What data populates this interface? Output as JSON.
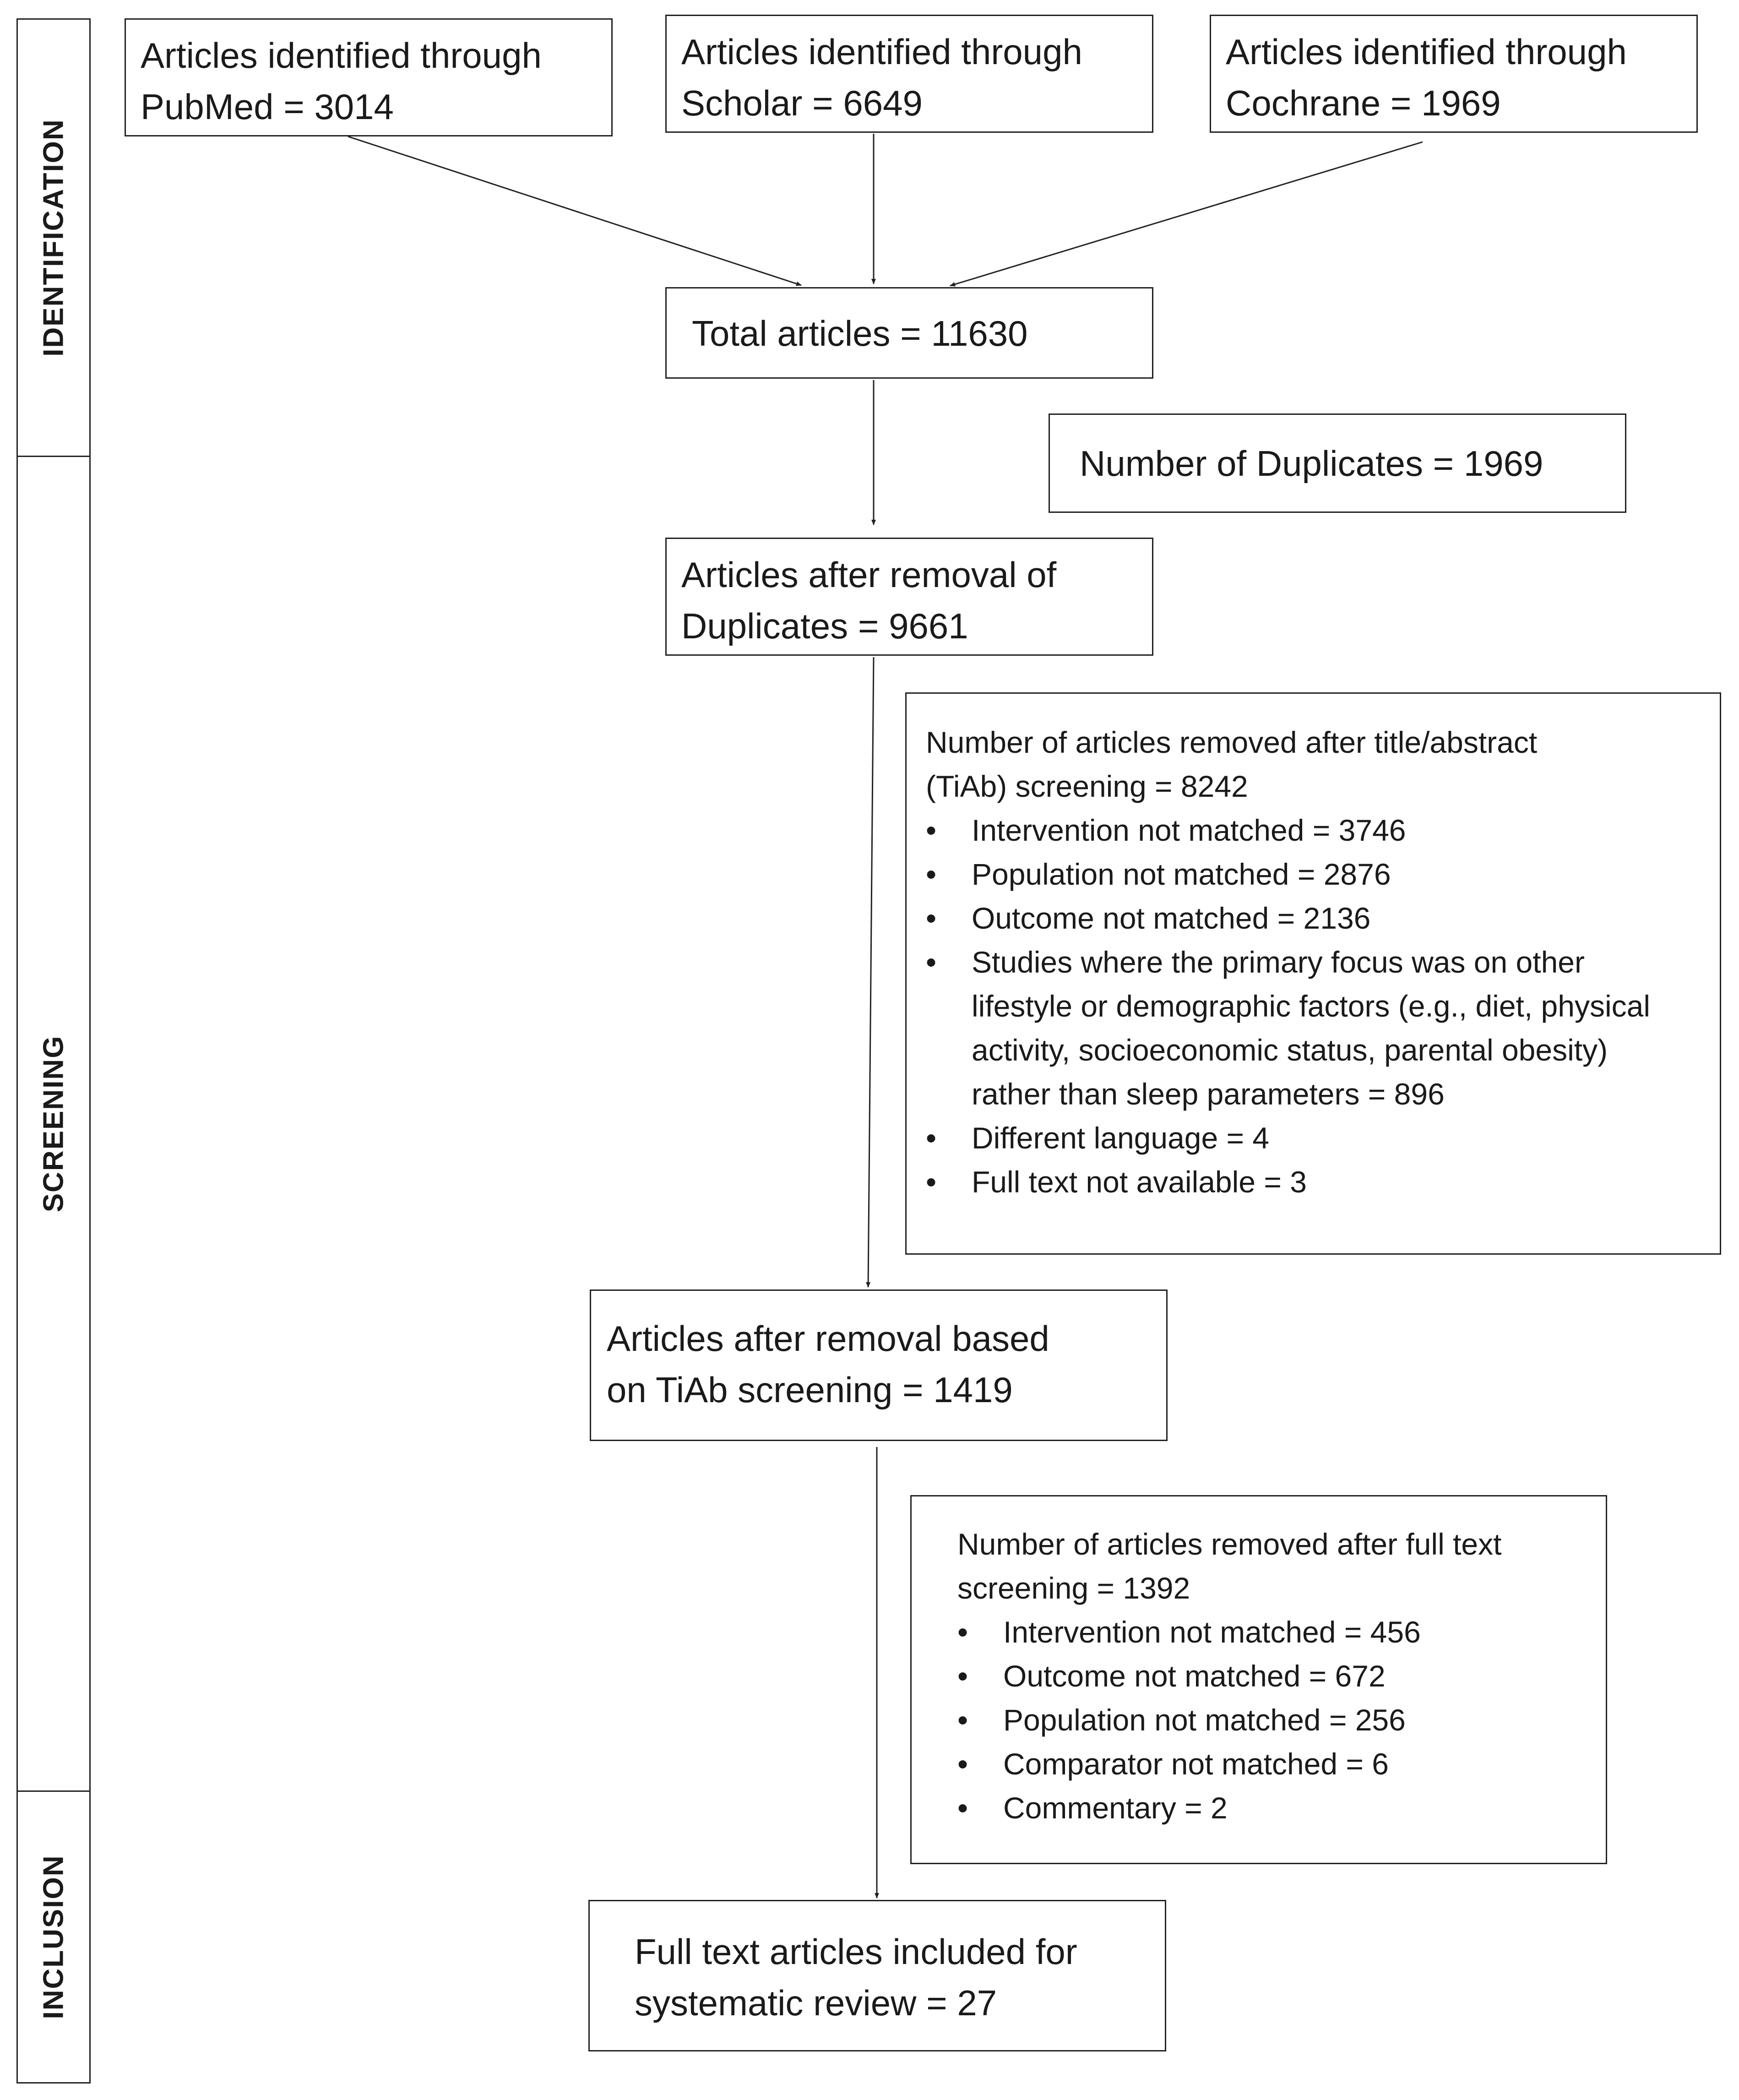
{
  "phases": {
    "identification": "IDENTIFICATION",
    "screening": "SCREENING",
    "inclusion": "INCLUSION"
  },
  "sources": {
    "pubmed": "Articles identified through\nPubMed = 3014",
    "scholar": "Articles identified through\nScholar = 6649",
    "cochrane": "Articles identified through\nCochrane = 1969"
  },
  "total": "Total articles = 11630",
  "duplicates": "Number of Duplicates = 1969",
  "after_duplicates": "Articles after removal of\nDuplicates = 9661",
  "tiab_removed": {
    "heading": "Number of articles removed after title/abstract\n(TiAb) screening = 8242",
    "items": [
      "Intervention not matched = 3746",
      "Population not matched = 2876",
      "Outcome not matched = 2136",
      "Studies where the primary focus was on other lifestyle or demographic factors (e.g., diet, physical activity, socioeconomic status, parental obesity) rather than sleep parameters = 896",
      "Different language = 4",
      "Full text not available = 3"
    ]
  },
  "after_tiab": "Articles after removal based\non TiAb screening = 1419",
  "fulltext_removed": {
    "heading": "Number of articles removed after full text\nscreening = 1392",
    "items": [
      "Intervention not matched = 456",
      "Outcome not matched = 672",
      "Population not matched = 256",
      "Comparator not matched = 6",
      "Commentary = 2"
    ]
  },
  "included": "Full text articles included for\nsystematic review = 27"
}
